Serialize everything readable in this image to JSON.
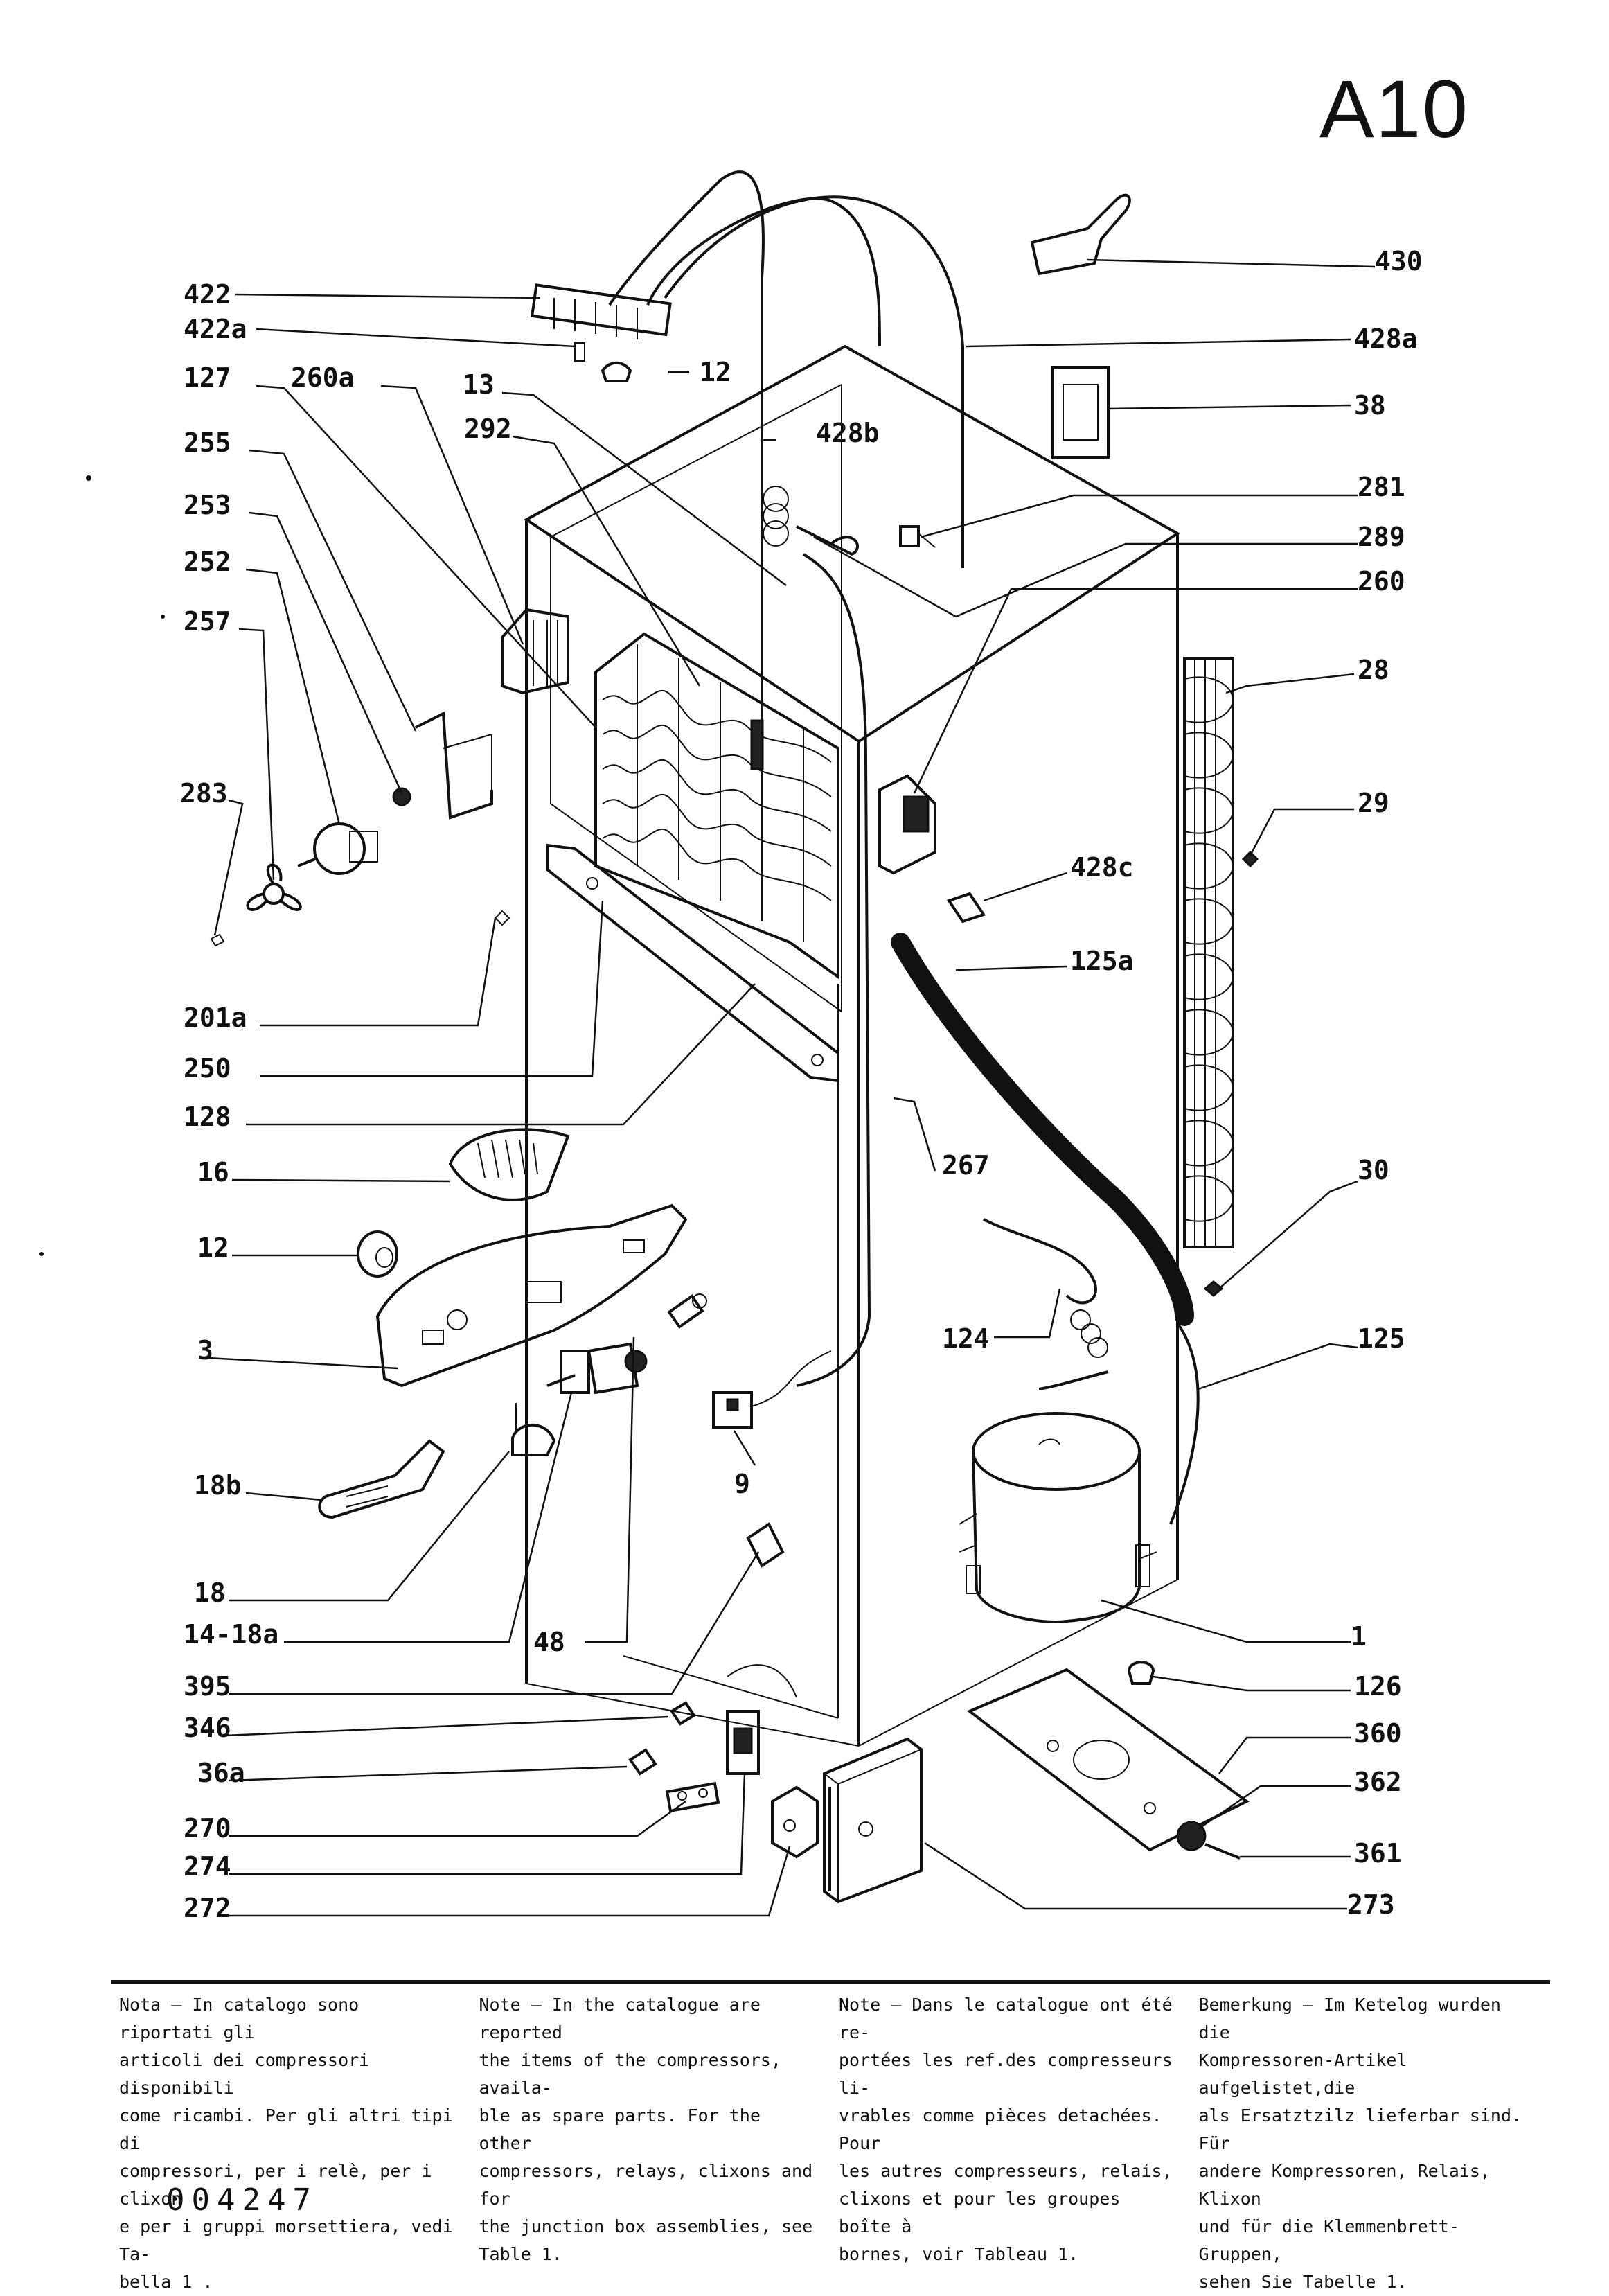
{
  "sheet_code": "A10",
  "callouts": [
    {
      "id": "c422",
      "text": "422"
    },
    {
      "id": "c422a",
      "text": "422a"
    },
    {
      "id": "c127",
      "text": "127"
    },
    {
      "id": "c260a",
      "text": "260a"
    },
    {
      "id": "c13",
      "text": "13"
    },
    {
      "id": "c12top",
      "text": "12"
    },
    {
      "id": "c292",
      "text": "292"
    },
    {
      "id": "c428b",
      "text": "428b"
    },
    {
      "id": "c255",
      "text": "255"
    },
    {
      "id": "c253",
      "text": "253"
    },
    {
      "id": "c252",
      "text": "252"
    },
    {
      "id": "c257",
      "text": "257"
    },
    {
      "id": "c283",
      "text": "283"
    },
    {
      "id": "c201a",
      "text": "201a"
    },
    {
      "id": "c250",
      "text": "250"
    },
    {
      "id": "c128",
      "text": "128"
    },
    {
      "id": "c16",
      "text": "16"
    },
    {
      "id": "c12",
      "text": "12"
    },
    {
      "id": "c3",
      "text": "3"
    },
    {
      "id": "c18b",
      "text": "18b"
    },
    {
      "id": "c18",
      "text": "18"
    },
    {
      "id": "c1418a",
      "text": "14-18a"
    },
    {
      "id": "c395",
      "text": "395"
    },
    {
      "id": "c346",
      "text": "346"
    },
    {
      "id": "c36a",
      "text": "36a"
    },
    {
      "id": "c270",
      "text": "270"
    },
    {
      "id": "c274",
      "text": "274"
    },
    {
      "id": "c272",
      "text": "272"
    },
    {
      "id": "c430",
      "text": "430"
    },
    {
      "id": "c428a",
      "text": "428a"
    },
    {
      "id": "c38",
      "text": "38"
    },
    {
      "id": "c281",
      "text": "281"
    },
    {
      "id": "c289",
      "text": "289"
    },
    {
      "id": "c260",
      "text": "260"
    },
    {
      "id": "c28",
      "text": "28"
    },
    {
      "id": "c29",
      "text": "29"
    },
    {
      "id": "c428c",
      "text": "428c"
    },
    {
      "id": "c125a",
      "text": "125a"
    },
    {
      "id": "c267",
      "text": "267"
    },
    {
      "id": "c30",
      "text": "30"
    },
    {
      "id": "c124",
      "text": "124"
    },
    {
      "id": "c125",
      "text": "125"
    },
    {
      "id": "c9",
      "text": "9"
    },
    {
      "id": "c48",
      "text": "48"
    },
    {
      "id": "c1",
      "text": "1"
    },
    {
      "id": "c126",
      "text": "126"
    },
    {
      "id": "c360",
      "text": "360"
    },
    {
      "id": "c362",
      "text": "362"
    },
    {
      "id": "c361",
      "text": "361"
    },
    {
      "id": "c273",
      "text": "273"
    }
  ],
  "notes": [
    {
      "lang": "it",
      "lines": [
        "Nota – In catalogo sono riportati gli",
        "articoli dei compressori disponibili",
        "come ricambi. Per gli altri tipi di",
        "compressori, per i relè, per i clixon",
        "e per i gruppi morsettiera, vedi Ta-",
        "bella 1 ."
      ]
    },
    {
      "lang": "en",
      "lines": [
        "Note – In the catalogue are reported",
        "the items of the compressors, availa-",
        "ble as spare parts. For the other",
        "compressors, relays, clixons and for",
        "the junction box assemblies, see",
        "Table 1."
      ]
    },
    {
      "lang": "fr",
      "lines": [
        "Note – Dans le catalogue ont été re-",
        "portées les ref.des compresseurs li-",
        "vrables comme pièces detachées. Pour",
        "les autres compresseurs, relais,",
        "clixons et pour les groupes boîte à",
        "bornes, voir Tableau 1."
      ]
    },
    {
      "lang": "de",
      "lines": [
        "Bemerkung – Im Ketelog wurden die",
        "Kompressoren-Artikel aufgelistet,die",
        "als Ersatztzilz lieferbar sind. Für",
        "andere Kompressoren, Relais, Klixon",
        "und für die Klemmenbrett-Gruppen,",
        "sehen Sie Tabelle 1."
      ]
    }
  ],
  "doc_number": "004247"
}
